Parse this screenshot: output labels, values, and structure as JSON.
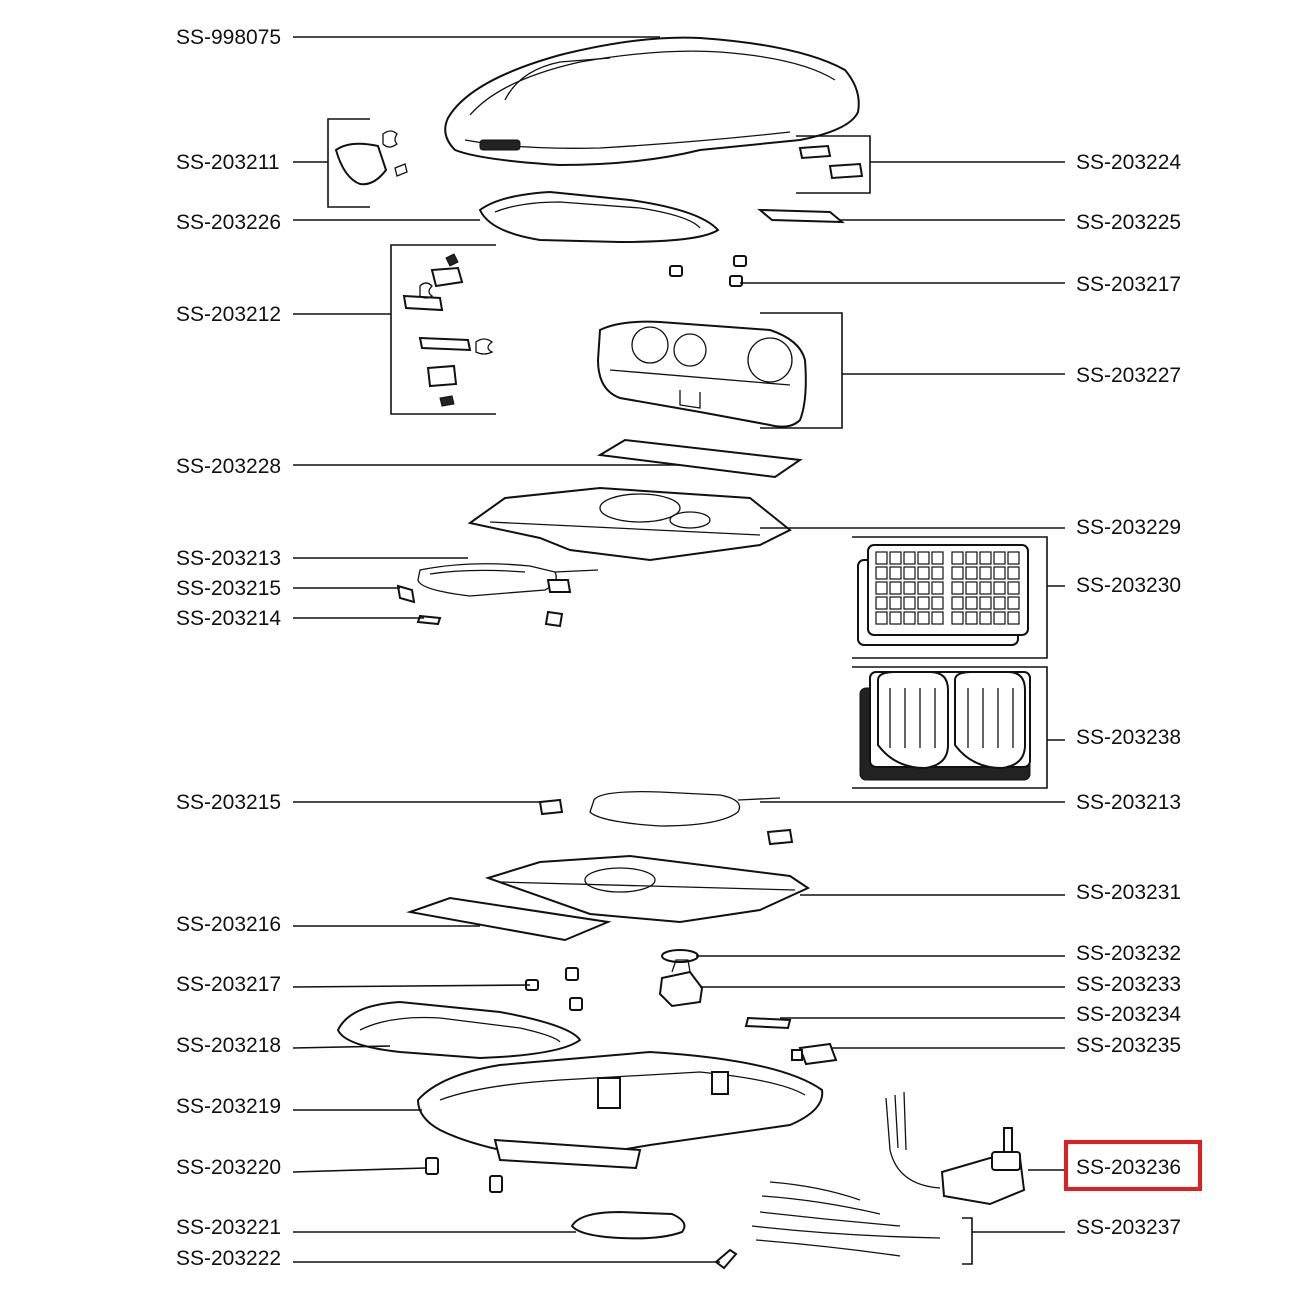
{
  "labels": {
    "l_998075": "SS-998075",
    "l_203211": "SS-203211",
    "l_203224": "SS-203224",
    "l_203226": "SS-203226",
    "l_203225": "SS-203225",
    "l_203217a": "SS-203217",
    "l_203212": "SS-203212",
    "l_203227": "SS-203227",
    "l_203228": "SS-203228",
    "l_203229": "SS-203229",
    "l_203213a": "SS-203213",
    "l_203230": "SS-203230",
    "l_203215a": "SS-203215",
    "l_203214": "SS-203214",
    "l_203238": "SS-203238",
    "l_203215b": "SS-203215",
    "l_203213b": "SS-203213",
    "l_203231": "SS-203231",
    "l_203216": "SS-203216",
    "l_203232": "SS-203232",
    "l_203217b": "SS-203217",
    "l_203233": "SS-203233",
    "l_203234": "SS-203234",
    "l_203218": "SS-203218",
    "l_203235": "SS-203235",
    "l_203219": "SS-203219",
    "l_203220": "SS-203220",
    "l_203236": "SS-203236",
    "l_203221": "SS-203221",
    "l_203237": "SS-203237",
    "l_203222": "SS-203222"
  },
  "highlight": {
    "color": "#e02020"
  }
}
